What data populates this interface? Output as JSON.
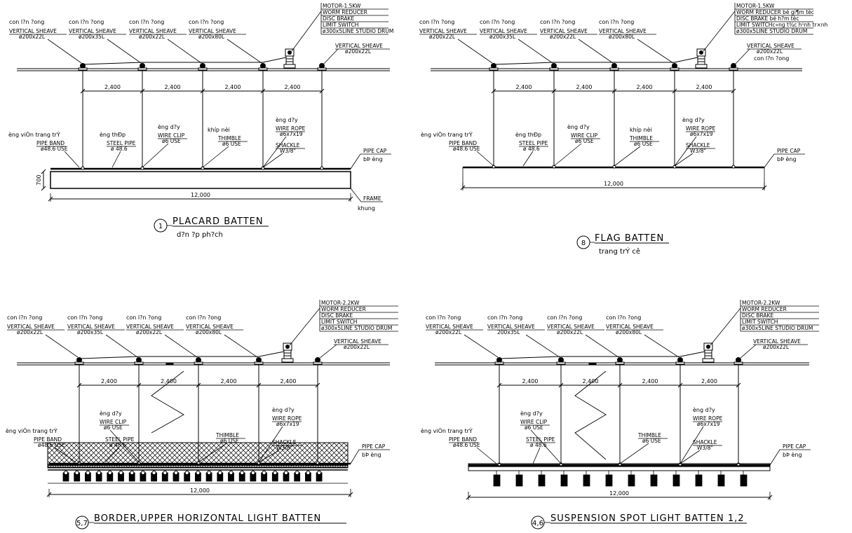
{
  "colors": {
    "ink": "#000000",
    "paper": "#ffffff"
  },
  "drawings": [
    {
      "id": "placard",
      "number": "1",
      "title": "PLACARD BATTEN",
      "subtitle": "d?n ?p ph?ch",
      "sheave_top": [
        {
          "vn": "con l?n ?ong",
          "en": "VERTICAL SHEAVE",
          "size": "ø200x22L"
        },
        {
          "vn": "con l?n ?ong",
          "en": "VERTICAL SHEAVE",
          "size": "ø200x35L"
        },
        {
          "vn": "con l?n ?ong",
          "en": "VERTICAL SHEAVE",
          "size": "ø200x22L"
        },
        {
          "vn": "con l?n ?ong",
          "en": "VERTICAL SHEAVE",
          "size": "ø200x80L"
        }
      ],
      "motor": [
        "MOTOR-1.5KW",
        "WORM REDUCER",
        "DISC BRAKE",
        "LIMIT SWITCH",
        "ø300x5LINE STUDIO DRUM"
      ],
      "sheave_right": {
        "vn": "",
        "en": "VERTICAL SHEAVE",
        "size": "ø200x22L"
      },
      "spans": [
        "2,400",
        "2,400",
        "2,400",
        "2,400"
      ],
      "parts": [
        {
          "vn": "èng viÒn trang trÝ",
          "en": "PIPE BAND",
          "size": "ø48.6 USE"
        },
        {
          "vn": "èng thÐp",
          "en": "STEEL PIPE",
          "size": "ø 48.6"
        },
        {
          "vn": "èng d?y",
          "en": "WIRE CLIP",
          "size": "ø6 USE"
        },
        {
          "vn": "khíp nèi",
          "en": "THIMBLE",
          "size": "ø6 USE"
        },
        {
          "vn": "èng d?y",
          "en": "WIRE ROPE",
          "size": "ø6x7x19"
        },
        {
          "vn": "",
          "en": "SHACKLE",
          "size": "W3/8\""
        }
      ],
      "pipe_cap": {
        "en": "PIPE CAP",
        "vn": "bÞ èng"
      },
      "frame": {
        "en": "FRAME",
        "vn": "khung"
      },
      "height_dim": "700",
      "total_dim": "12,000"
    },
    {
      "id": "flag",
      "number": "8",
      "title": "FLAG BATTEN",
      "subtitle": "trang trÝ cê",
      "sheave_top": [
        {
          "vn": "con l?n ?ong",
          "en": "VERTICAL SHEAVE",
          "size": "ø200x22L"
        },
        {
          "vn": "con l?n ?ong",
          "en": "VERTICAL SHEAVE",
          "size": "ø200x35L"
        },
        {
          "vn": "con l?n ?ong",
          "en": "VERTICAL SHEAVE",
          "size": "ø200x22L"
        },
        {
          "vn": "con l?n ?ong",
          "en": "VERTICAL SHEAVE",
          "size": "ø200x80L"
        }
      ],
      "motor": [
        "MOTOR-1.5KW",
        "WORM REDUCER bé gi¶m tèc",
        "DISC BRAKE bé h?m tèc",
        "LIMIT SWITCHc«ng t¾c h¹nh tr×nh",
        "ø300x5LINE STUDIO DRUM"
      ],
      "sheave_right": {
        "vn": "con l?n ?ong",
        "en": "VERTICAL SHEAVE",
        "size": "ø200x22L"
      },
      "spans": [
        "2,400",
        "2,400",
        "2,400",
        "2,400"
      ],
      "parts": [
        {
          "vn": "èng viÒn trang trÝ",
          "en": "PIPE BAND",
          "size": "ø48.6 USE"
        },
        {
          "vn": "èng thÐp",
          "en": "STEEL PIPE",
          "size": "ø 48.6"
        },
        {
          "vn": "èng d?y",
          "en": "WIRE CLIP",
          "size": "ø6 USE"
        },
        {
          "vn": "khíp nèi",
          "en": "THIMBLE",
          "size": "ø6 USE"
        },
        {
          "vn": "èng d?y",
          "en": "WIRE ROPE",
          "size": "ø6x7x19"
        },
        {
          "vn": "",
          "en": "SHACKLE",
          "size": "W3/8\""
        }
      ],
      "pipe_cap": {
        "en": "PIPE CAP",
        "vn": "bÞ èng"
      },
      "total_dim": "12,000"
    },
    {
      "id": "border",
      "number": "5,7",
      "title": "BORDER,UPPER HORIZONTAL LIGHT BATTEN",
      "sheave_top": [
        {
          "vn": "con l?n ?ong",
          "en": "VERTICAL SHEAVE",
          "size": "ø200x22L"
        },
        {
          "vn": "con l?n ?ong",
          "en": "VERTICAL SHEAVE",
          "size": "ø200x35L"
        },
        {
          "vn": "con l?n ?ong",
          "en": "VERTICAL SHEAVE",
          "size": "ø200x22L"
        },
        {
          "vn": "con l?n ?ong",
          "en": "VERTICAL SHEAVE",
          "size": "ø200x80L"
        }
      ],
      "motor": [
        "MOTOR-2.2KW",
        "WORM REDUCER",
        "DISC BRAKE",
        "LIMIT SWITCH",
        "ø300x5LINE STUDIO DRUM"
      ],
      "sheave_right": {
        "vn": "",
        "en": "VERTICAL SHEAVE",
        "size": "ø200x22L"
      },
      "spans": [
        "2,400",
        "2,400",
        "2,400",
        "2,400"
      ],
      "parts": [
        {
          "vn": "èng viÒn trang trÝ",
          "en": "PIPE BAND",
          "size": "ø48.6 USE"
        },
        {
          "vn": "",
          "en": "STEEL PIPE",
          "size": "ø 48.6"
        },
        {
          "vn": "èng d?y",
          "en": "WIRE CLIP",
          "size": "ø6 USE"
        },
        {
          "vn": "",
          "en": "THIMBLE",
          "size": "ø6 USE"
        },
        {
          "vn": "èng d?y",
          "en": "WIRE ROPE",
          "size": "ø6x7x19"
        },
        {
          "vn": "",
          "en": "SHACKLE",
          "size": "W3/8\""
        }
      ],
      "pipe_cap": {
        "en": "PIPE CAP",
        "vn": "bÞ èng"
      },
      "total_dim": "12,000"
    },
    {
      "id": "spot",
      "number": "4,6",
      "title": "SUSPENSION SPOT LIGHT BATTEN 1,2",
      "sheave_top": [
        {
          "vn": "con l?n ?ong",
          "en": "VERTICAL SHEAVE",
          "size": "ø200x22L"
        },
        {
          "vn": "con l?n ?ong",
          "en": "VERTICAL SHEAVE",
          "size": "200x35L"
        },
        {
          "vn": "con l?n ?ong",
          "en": "VERTICAL SHEAVE",
          "size": "ø200x22L"
        },
        {
          "vn": "con l?n ?ong",
          "en": "VERTICAL SHEAVE",
          "size": "ø200x80L"
        }
      ],
      "motor": [
        "MOTOR-2.2KW",
        "WORM REDUCER",
        "DISC BRAKE",
        "LIMIT SWITCH",
        "ø300x5LINE STUDIO DRUM"
      ],
      "sheave_right": {
        "vn": "",
        "en": "VERTICAL SHEAVE",
        "size": "ø200x22L"
      },
      "spans": [
        "2,400",
        "2,400",
        "2,400",
        "2,400"
      ],
      "parts": [
        {
          "vn": "èng viÒn trang trÝ",
          "en": "PIPE BAND",
          "size": "ø48.6 USE"
        },
        {
          "vn": "",
          "en": "STEEL PIPE",
          "size": "ø 48.6"
        },
        {
          "vn": "èng d?y",
          "en": "WIRE CLIP",
          "size": "ø6 USE"
        },
        {
          "vn": "",
          "en": "THIMBLE",
          "size": "ø6 USE"
        },
        {
          "vn": "èng d?y",
          "en": "WIRE ROPE",
          "size": "ø6x7x19"
        },
        {
          "vn": "",
          "en": "SHACKLE",
          "size": "W3/8\""
        }
      ],
      "pipe_cap": {
        "en": "PIPE CAP",
        "vn": "bÞ èng"
      },
      "total_dim": "12,000"
    }
  ]
}
